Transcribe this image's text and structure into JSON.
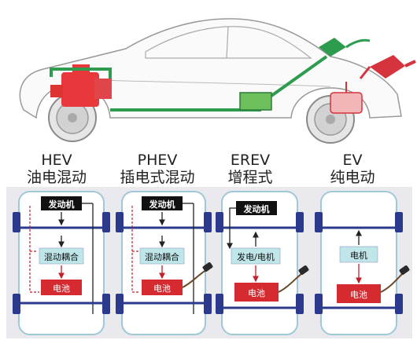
{
  "columns": [
    {
      "en": "HEV",
      "zh": "油电混动"
    },
    {
      "en": "PHEV",
      "zh": "插电式混动"
    },
    {
      "en": "EREV",
      "zh": "增程式"
    },
    {
      "en": "EV",
      "zh": "纯电动"
    }
  ],
  "boxes": {
    "engine": "发动机",
    "hybrid_coupler": "混动耦合",
    "battery": "电池",
    "generator_motor": "发电/电机",
    "motor": "电机"
  },
  "colors": {
    "engine": "#e8383b",
    "battery_bg": "#d42a30",
    "coupler_bg": "#bfe7ea",
    "axle": "#2b3a8c",
    "green_line": "#2d9c4f",
    "panel_bg": "#e9e9ee",
    "car_outline": "#9a9a9a"
  }
}
